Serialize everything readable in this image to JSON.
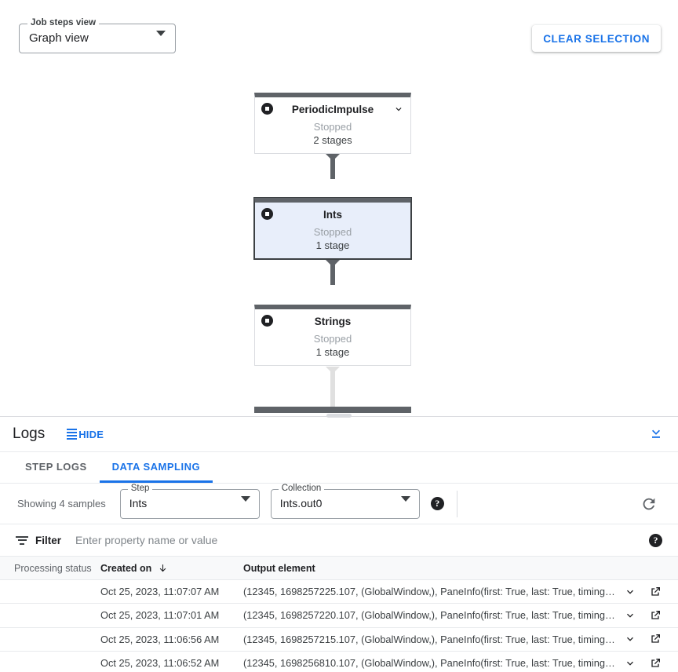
{
  "graph": {
    "view_select": {
      "label": "Job steps view",
      "value": "Graph view"
    },
    "clear_button": "CLEAR SELECTION",
    "nodes": [
      {
        "title": "PeriodicImpulse",
        "status": "Stopped",
        "stages": "2 stages",
        "selected": false,
        "has_chevron": true
      },
      {
        "title": "Ints",
        "status": "Stopped",
        "stages": "1 stage",
        "selected": true,
        "has_chevron": false
      },
      {
        "title": "Strings",
        "status": "Stopped",
        "stages": "1 stage",
        "selected": false,
        "has_chevron": false
      }
    ]
  },
  "logs": {
    "title": "Logs",
    "hide_label": "HIDE",
    "tabs": [
      {
        "label": "STEP LOGS",
        "active": false
      },
      {
        "label": "DATA SAMPLING",
        "active": true
      }
    ]
  },
  "sampling": {
    "showing": "Showing 4 samples",
    "step_field": {
      "label": "Step",
      "value": "Ints"
    },
    "collection_field": {
      "label": "Collection",
      "value": "Ints.out0"
    }
  },
  "filter": {
    "label": "Filter",
    "placeholder": "Enter property name or value"
  },
  "table": {
    "headers": {
      "status": "Processing status",
      "created": "Created on",
      "output": "Output element"
    },
    "rows": [
      {
        "created": "Oct 25, 2023, 11:07:07 AM",
        "output": "(12345, 1698257225.107, (GlobalWindow,), PaneInfo(first: True, last: True, timing…"
      },
      {
        "created": "Oct 25, 2023, 11:07:01 AM",
        "output": "(12345, 1698257220.107, (GlobalWindow,), PaneInfo(first: True, last: True, timing…"
      },
      {
        "created": "Oct 25, 2023, 11:06:56 AM",
        "output": "(12345, 1698257215.107, (GlobalWindow,), PaneInfo(first: True, last: True, timing…"
      },
      {
        "created": "Oct 25, 2023, 11:06:52 AM",
        "output": "(12345, 1698256810.107, (GlobalWindow,), PaneInfo(first: True, last: True, timing…"
      }
    ]
  },
  "colors": {
    "accent": "#1a73e8",
    "node_bar": "#5f6368",
    "selected_node_bg": "#e8eefa"
  }
}
